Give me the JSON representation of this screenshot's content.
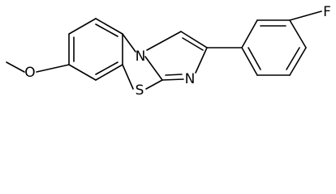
{
  "structure": {
    "atom_labels": {
      "F": "F",
      "O": "O",
      "S": "S",
      "N_bridge": "N",
      "N_ring": "N"
    }
  }
}
